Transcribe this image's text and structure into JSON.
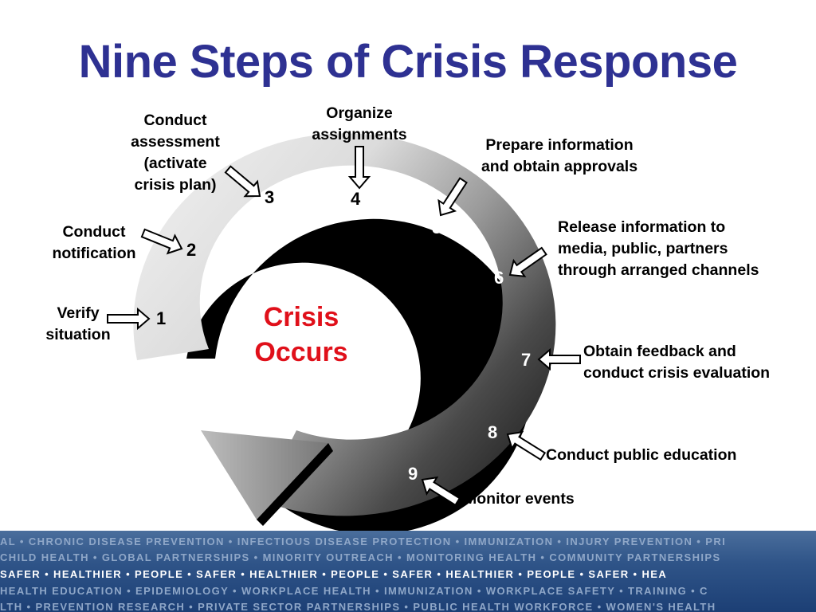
{
  "title": "Nine Steps of Crisis Response",
  "center": {
    "line1": "Crisis",
    "line2": "Occurs"
  },
  "steps": [
    {
      "number": "1",
      "label_lines": [
        "Verify",
        "situation"
      ]
    },
    {
      "number": "2",
      "label_lines": [
        "Conduct",
        "notification"
      ]
    },
    {
      "number": "3",
      "label_lines": [
        "Conduct",
        "assessment",
        "(activate",
        "crisis plan)"
      ]
    },
    {
      "number": "4",
      "label_lines": [
        "Organize",
        "assignments"
      ]
    },
    {
      "number": "5",
      "label_lines": [
        "Prepare information",
        "and obtain approvals"
      ]
    },
    {
      "number": "6",
      "label_lines": [
        "Release information to",
        "media, public, partners",
        "through arranged channels"
      ]
    },
    {
      "number": "7",
      "label_lines": [
        "Obtain feedback and",
        "conduct crisis evaluation"
      ]
    },
    {
      "number": "8",
      "label_lines": [
        "Conduct public education"
      ]
    },
    {
      "number": "9",
      "label_lines": [
        "Monitor events"
      ]
    }
  ],
  "footer": {
    "lines": [
      "al • Chronic Disease Prevention • Infectious Disease Protection • Immunization • Injury Prevention • Pri",
      "Child Health • Global Partnerships • Minority Outreach • Monitoring Health • Community Partnerships",
      "SAFER • HEALTHIER • PEOPLE • SAFER • HEALTHIER • PEOPLE • SAFER • HEALTHIER • PEOPLE • SAFER • HEA",
      "Health Education • Epidemiology • Workplace Health • Immunization • Workplace Safety • Training • C",
      "lth • Prevention Research • Private Sector Partnerships • Public Health Workforce • Women's Health"
    ]
  },
  "colors": {
    "title": "#2e3192",
    "center_text": "#e0101a",
    "footer_background": "#1c3f75"
  }
}
